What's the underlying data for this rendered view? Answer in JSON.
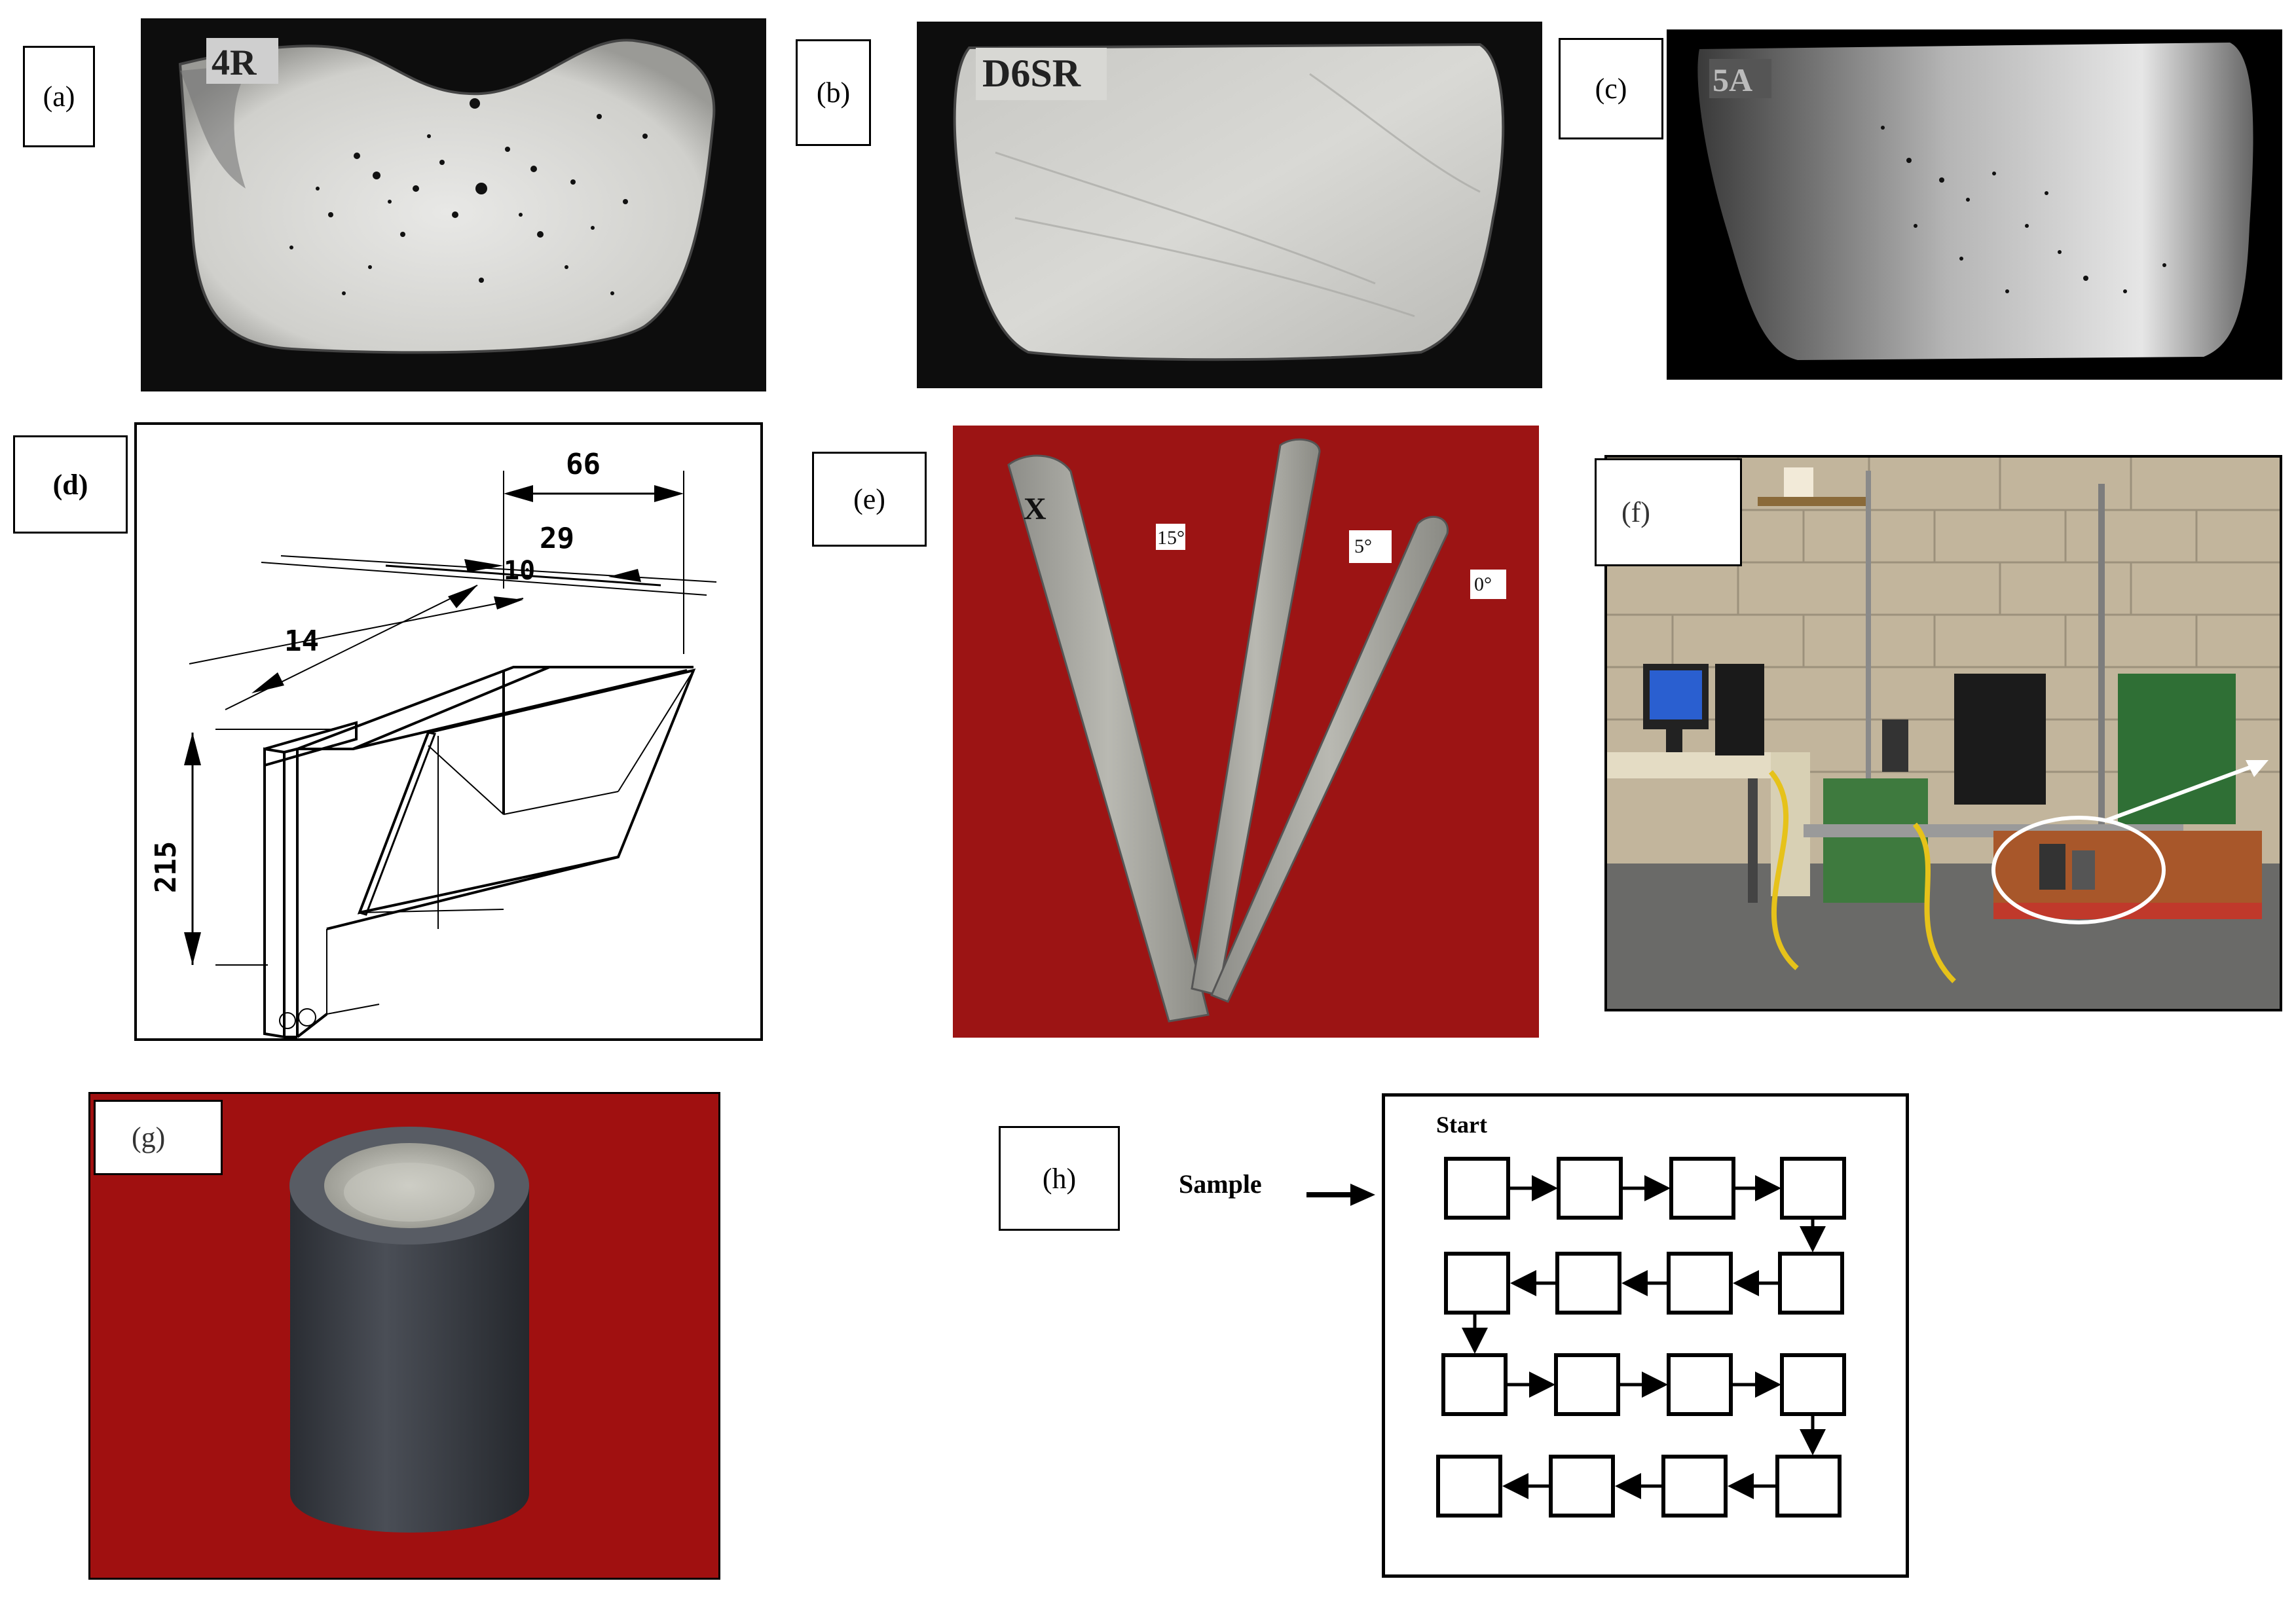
{
  "panels": {
    "a": {
      "label": "(a)",
      "sample_tag": "4R"
    },
    "b": {
      "label": "(b)",
      "sample_tag": "D6SR"
    },
    "c": {
      "label": "(c)",
      "sample_tag": "5A"
    },
    "d": {
      "label": "(d)",
      "dims": {
        "top": "66",
        "mid": "29",
        "inner": "10",
        "side": "14",
        "height": "215"
      }
    },
    "e": {
      "label": "(e)",
      "marker": "X",
      "angles": [
        "15°",
        "5°",
        "0°"
      ]
    },
    "f": {
      "label": "(f)"
    },
    "g": {
      "label": "(g)"
    },
    "h": {
      "label": "(h)",
      "input_label": "Sample",
      "start_label": "Start"
    }
  }
}
